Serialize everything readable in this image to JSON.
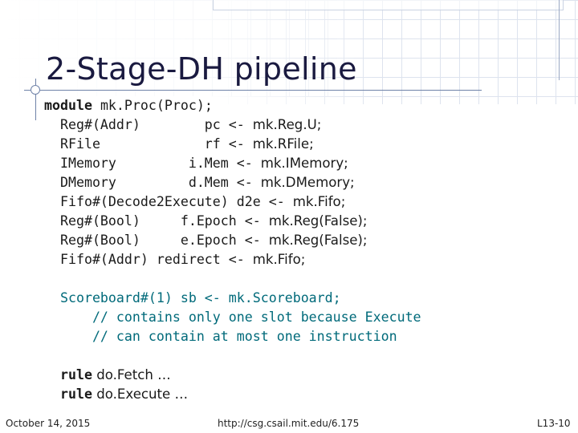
{
  "slide": {
    "title": "2-Stage-DH pipeline",
    "code": {
      "module_kw": "module",
      "module_rest": " mk.Proc(Proc);",
      "lines": [
        "  Reg#(Addr)        pc <- ",
        "  RFile             rf <- ",
        "  IMemory         i.Mem <- ",
        "  DMemory         d.Mem <- ",
        "  Fifo#(Decode2Execute) d2e <- ",
        "  Reg#(Bool)     f.Epoch <- ",
        "  Reg#(Bool)     e.Epoch <- ",
        "  Fifo#(Addr) redirect <- "
      ],
      "rhs": [
        "mk.Reg.U;",
        "mk.RFile;",
        "mk.IMemory;",
        "mk.DMemory;",
        "mk.Fifo;",
        "mk.Reg(False);",
        "mk.Reg(False);",
        "mk.Fifo;"
      ],
      "scoreboard": "  Scoreboard#(1) sb <- mk.Scoreboard;",
      "comment1": "      // contains only one slot because Execute",
      "comment2": "      // can contain at most one instruction",
      "rule_kw": "rule",
      "rule1_rest": " do.Fetch …",
      "rule2_rest": " do.Execute …"
    }
  },
  "footer": {
    "date": "October 14, 2015",
    "url": "http://csg.csail.mit.edu/6.175",
    "page": "L13-10"
  }
}
